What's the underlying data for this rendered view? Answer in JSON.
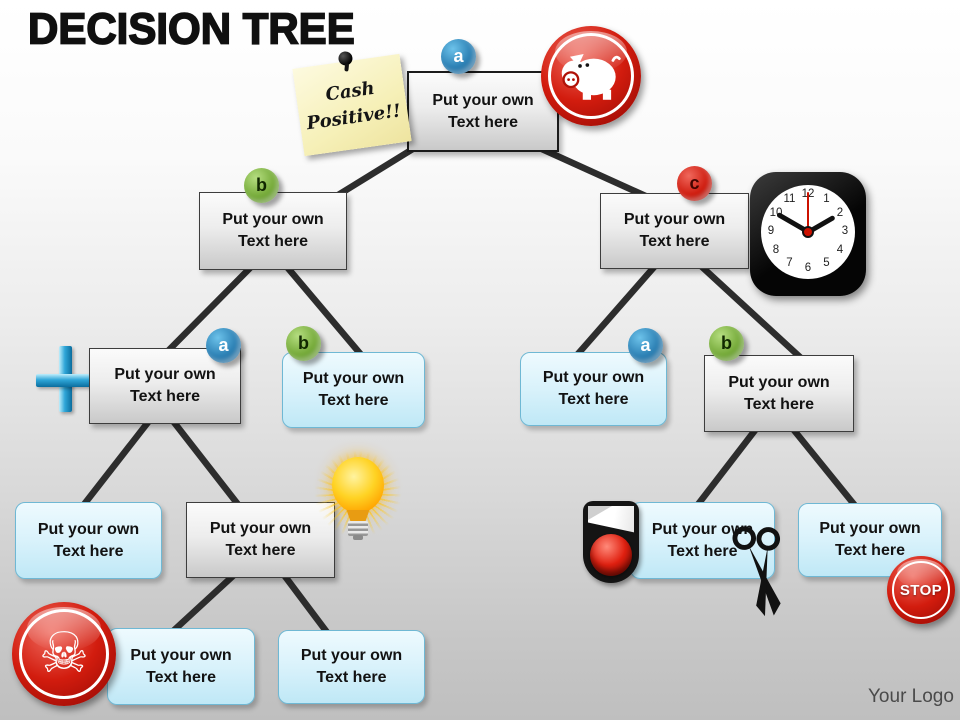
{
  "slide": {
    "title": "DECISION TREE",
    "logo": "Your Logo"
  },
  "sticky_note": {
    "line1": "Cash",
    "line2": "Positive!!"
  },
  "node_text": {
    "line1": "Put your own",
    "line2": "Text here"
  },
  "badges": {
    "a": "a",
    "b": "b",
    "c": "c"
  },
  "stop": {
    "label": "STOP"
  },
  "clock": {
    "numbers": [
      "1",
      "2",
      "3",
      "4",
      "5",
      "6",
      "7",
      "8",
      "9",
      "10",
      "11",
      "12"
    ]
  },
  "icons": {
    "skull": "☠"
  },
  "nodes": [
    {
      "id": "root",
      "level": 1,
      "badge": "a",
      "style": "gray"
    },
    {
      "id": "l2-left",
      "level": 2,
      "badge": "b",
      "style": "gray"
    },
    {
      "id": "l2-right",
      "level": 2,
      "badge": "c",
      "style": "gray"
    },
    {
      "id": "l3-1",
      "level": 3,
      "badge": "a",
      "style": "gray"
    },
    {
      "id": "l3-2",
      "level": 3,
      "badge": "b",
      "style": "blue"
    },
    {
      "id": "l3-3",
      "level": 3,
      "badge": "a",
      "style": "blue"
    },
    {
      "id": "l3-4",
      "level": 3,
      "badge": "b",
      "style": "gray"
    },
    {
      "id": "l4-1",
      "level": 4,
      "style": "blue"
    },
    {
      "id": "l4-2",
      "level": 4,
      "style": "gray"
    },
    {
      "id": "l4-3",
      "level": 4,
      "style": "blue"
    },
    {
      "id": "l4-4",
      "level": 4,
      "style": "blue"
    },
    {
      "id": "l5-1",
      "level": 5,
      "style": "blue"
    },
    {
      "id": "l5-2",
      "level": 5,
      "style": "blue"
    }
  ],
  "colors": {
    "line": "#2d2d2d",
    "node_blue_border": "#6fb8d4",
    "badge_blue": "#2b7fb3",
    "badge_green": "#75aa39",
    "badge_red": "#cf1d10",
    "disc_red": "#d21c0e",
    "sticky_yellow": "#f6f0b8"
  }
}
